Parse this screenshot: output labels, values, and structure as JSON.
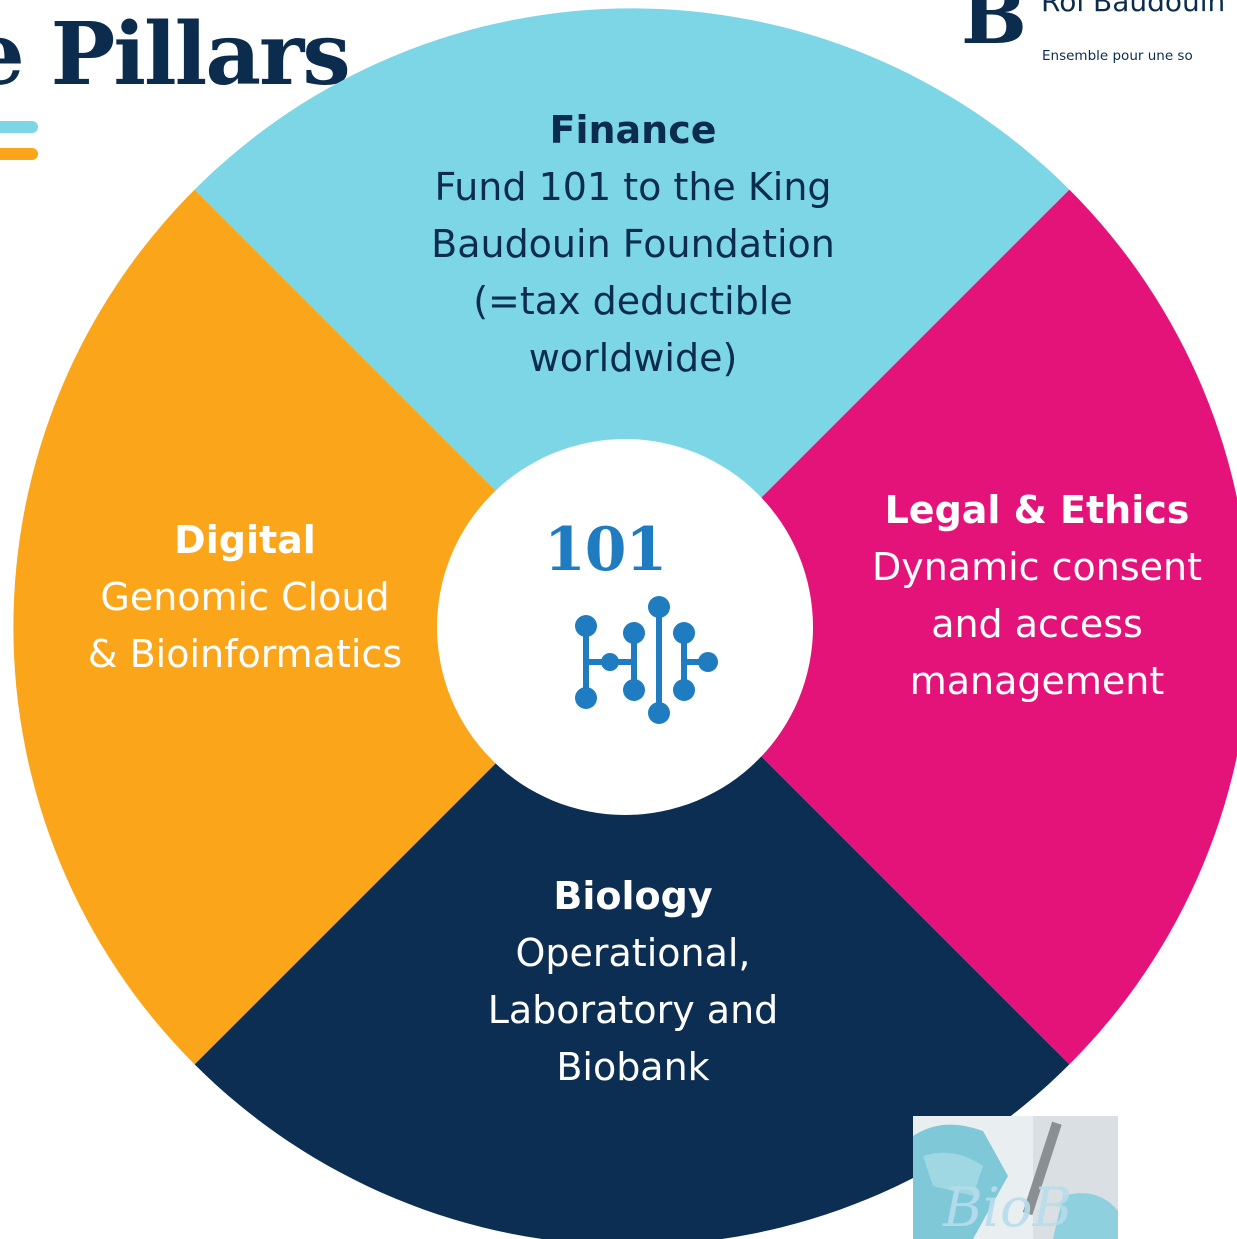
{
  "title": "e Pillars",
  "logo": {
    "mark": "B",
    "name": "Roi Baudouin",
    "tagline": "Ensemble pour une so"
  },
  "center": {
    "label": "101",
    "icon": "dna-network-icon"
  },
  "segments": {
    "finance": {
      "heading": "Finance",
      "description": "Fund 101 to the King Baudouin Foundation (=tax deductible worldwide)",
      "color": "#7dd6e6"
    },
    "legal": {
      "heading": "Legal & Ethics",
      "description": "Dynamic consent and access management",
      "color": "#e4137a"
    },
    "biology": {
      "heading": "Biology",
      "description": "Operational, Laboratory and Biobank",
      "color": "#0c2e52"
    },
    "digital": {
      "heading": "Digital",
      "description": "Genomic Cloud & Bioinformatics",
      "color": "#fba51a"
    }
  },
  "photo": {
    "caption": "BioB"
  },
  "colors": {
    "navy": "#0c2c4e",
    "blue": "#1f7cc0"
  }
}
